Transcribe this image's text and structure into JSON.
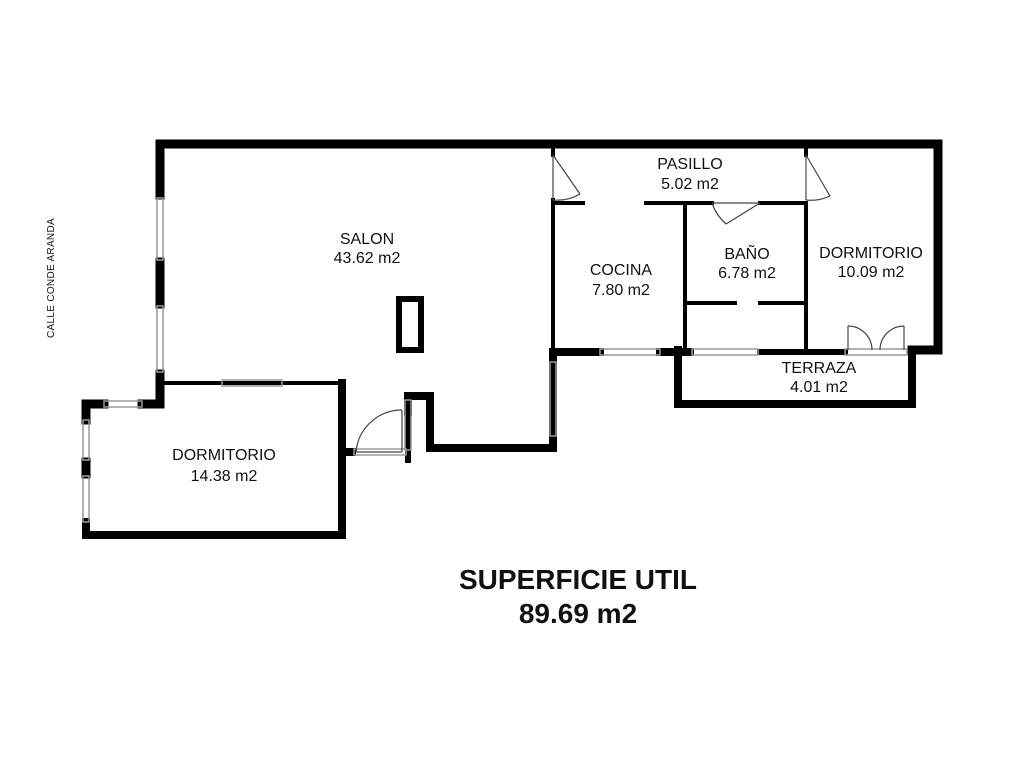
{
  "street_label": "CALLE CONDE ARANDA",
  "rooms": {
    "salon": {
      "name": "SALON",
      "area": "43.62 m2"
    },
    "pasillo": {
      "name": "PASILLO",
      "area": "5.02 m2"
    },
    "cocina": {
      "name": "COCINA",
      "area": "7.80 m2"
    },
    "bano": {
      "name": "BAÑO",
      "area": "6.78 m2"
    },
    "dormitorio_1": {
      "name": "DORMITORIO",
      "area": "10.09 m2"
    },
    "terraza": {
      "name": "TERRAZA",
      "area": "4.01 m2"
    },
    "dormitorio_2": {
      "name": "DORMITORIO",
      "area": "14.38 m2"
    }
  },
  "summary": {
    "title": "SUPERFICIE UTIL",
    "total": "89.69 m2"
  },
  "colors": {
    "wall": "#000000",
    "window": "#9a9a9a",
    "background": "#ffffff"
  }
}
